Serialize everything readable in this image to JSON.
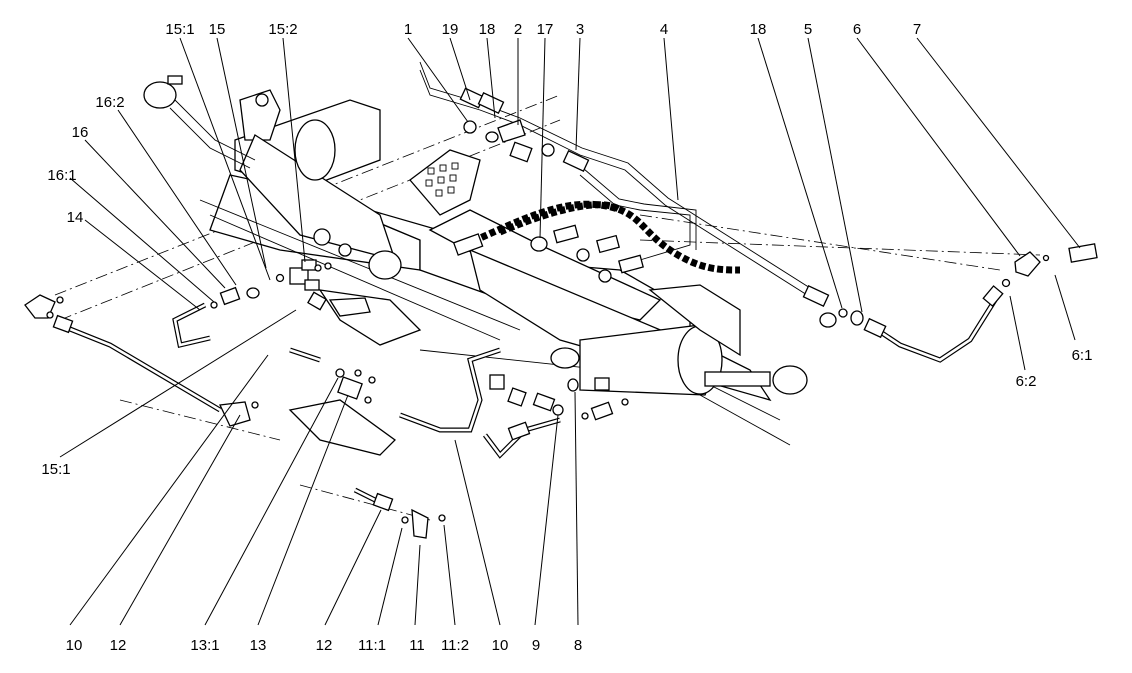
{
  "callouts": [
    {
      "id": "c-15-1-top",
      "text": "15:1"
    },
    {
      "id": "c-15-top",
      "text": "15"
    },
    {
      "id": "c-15-2",
      "text": "15:2"
    },
    {
      "id": "c-1",
      "text": "1"
    },
    {
      "id": "c-19",
      "text": "19"
    },
    {
      "id": "c-18-top",
      "text": "18"
    },
    {
      "id": "c-2",
      "text": "2"
    },
    {
      "id": "c-17",
      "text": "17"
    },
    {
      "id": "c-3",
      "text": "3"
    },
    {
      "id": "c-4",
      "text": "4"
    },
    {
      "id": "c-18-right",
      "text": "18"
    },
    {
      "id": "c-5",
      "text": "5"
    },
    {
      "id": "c-6",
      "text": "6"
    },
    {
      "id": "c-7",
      "text": "7"
    },
    {
      "id": "c-16-2",
      "text": "16:2"
    },
    {
      "id": "c-16",
      "text": "16"
    },
    {
      "id": "c-16-1",
      "text": "16:1"
    },
    {
      "id": "c-14",
      "text": "14"
    },
    {
      "id": "c-15-1-left",
      "text": "15:1"
    },
    {
      "id": "c-6-1",
      "text": "6:1"
    },
    {
      "id": "c-6-2",
      "text": "6:2"
    },
    {
      "id": "c-10-left",
      "text": "10"
    },
    {
      "id": "c-12-left",
      "text": "12"
    },
    {
      "id": "c-13-1",
      "text": "13:1"
    },
    {
      "id": "c-13",
      "text": "13"
    },
    {
      "id": "c-12-bottom",
      "text": "12"
    },
    {
      "id": "c-11-1",
      "text": "11:1"
    },
    {
      "id": "c-11",
      "text": "11"
    },
    {
      "id": "c-11-2",
      "text": "11:2"
    },
    {
      "id": "c-10-bottom",
      "text": "10"
    },
    {
      "id": "c-9",
      "text": "9"
    },
    {
      "id": "c-8",
      "text": "8"
    }
  ]
}
